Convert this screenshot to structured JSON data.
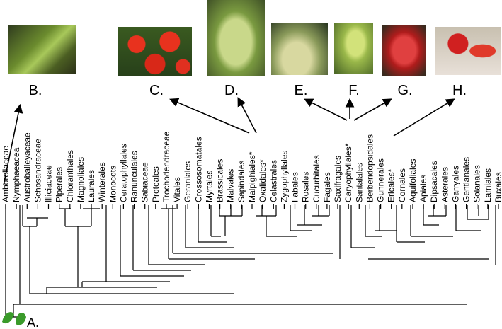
{
  "figure": {
    "taxa": [
      "Amborellaceae",
      "Nymphaeacea",
      "Austrobaileyaceae",
      "Schosandraceae",
      "Illiciaceae",
      "Piperales",
      "Chloranthales",
      "Magnoliales",
      "Laurales",
      "Winterales",
      "Monocots",
      "Ceratophyllales",
      "Ranunculales",
      "Sabiaceae",
      "Proteales",
      "Trochodendraceae",
      "Vitales",
      "Geraniales",
      "Crossosomatales",
      "Myrtales",
      "Brassicales",
      "Malvales",
      "Sapindales",
      "Malpighiales*",
      "Oxalidales*",
      "Celastrales",
      "Zygophyllales",
      "Fabales",
      "Rosales",
      "Cucurbitales",
      "Fagales",
      "Saxifragales",
      "Caryophyllales*",
      "Santalales",
      "Berberidopsidales",
      "Gunnerales",
      "Ericales*",
      "Cornales",
      "Aquifoliales",
      "Apiales",
      "Dipsacales",
      "Asterales",
      "Garryales",
      "Gentianales",
      "Solanales",
      "Lamiales",
      "Buxales"
    ],
    "panels": [
      {
        "letter": "A.",
        "icon": "leaf-pair-icon",
        "color": "#3a9a2a"
      },
      {
        "letter": "B.",
        "icon": "green-leaves-photo",
        "color": "#6a9a3a"
      },
      {
        "letter": "C.",
        "icon": "red-poinsettia-photo",
        "color": "#d0281a"
      },
      {
        "letter": "D.",
        "icon": "pitcher-plant-photo",
        "color": "#8aa85a"
      },
      {
        "letter": "E.",
        "icon": "cactus-photo",
        "color": "#a8a870"
      },
      {
        "letter": "F.",
        "icon": "green-pitcher-photo",
        "color": "#7aa830"
      },
      {
        "letter": "G.",
        "icon": "venus-flytrap-photo",
        "color": "#c02020"
      },
      {
        "letter": "H.",
        "icon": "red-pitcher-flower-photo",
        "color": "#c81e1e"
      }
    ]
  }
}
